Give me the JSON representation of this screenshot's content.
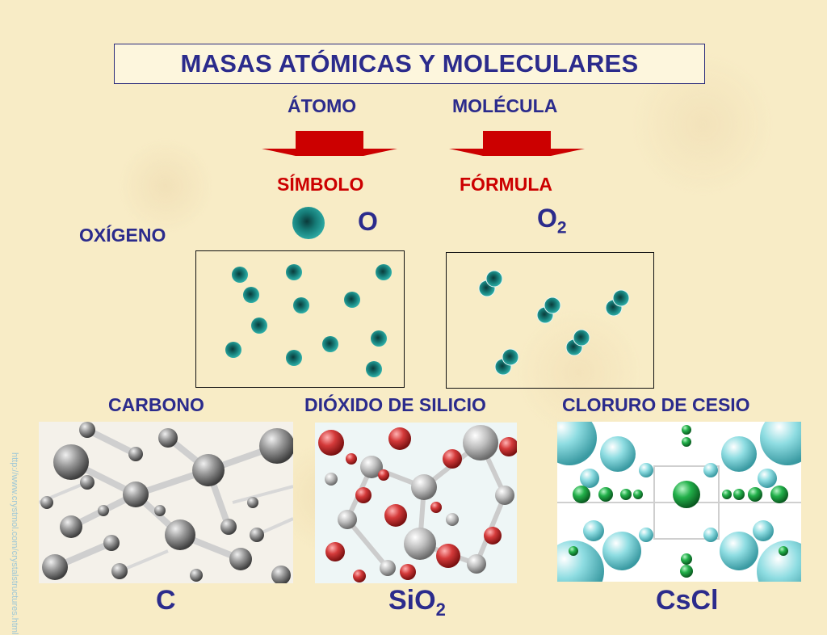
{
  "title": "MASAS ATÓMICAS Y MOLECULARES",
  "headers": {
    "atom": "ÁTOMO",
    "molecule": "MOLÉCULA"
  },
  "sub_headers": {
    "symbol": "SÍMBOLO",
    "formula": "FÓRMULA"
  },
  "element_label": "OXÍGENO",
  "symbol_value": "O",
  "formula_base": "O",
  "formula_sub": "2",
  "compounds": [
    {
      "name": "CARBONO",
      "formula": "C",
      "formula_sub": ""
    },
    {
      "name": "DIÓXIDO DE SILICIO",
      "formula": "SiO",
      "formula_sub": "2"
    },
    {
      "name": "CLORURO DE CESIO",
      "formula": "CsCl",
      "formula_sub": ""
    }
  ],
  "credit": "http://www.crystmol.com/crystalstructures.html",
  "colors": {
    "title": "#2b2b8c",
    "symbol_red": "#cc0000",
    "atom_teal": "#1a8a86",
    "carbon_gray": "#8a8a8a",
    "silicon_gray": "#b9b9b9",
    "oxygen_red": "#d43a3a",
    "cesium_cyan": "#7ed6dc",
    "chlorine_green": "#22b04a"
  }
}
